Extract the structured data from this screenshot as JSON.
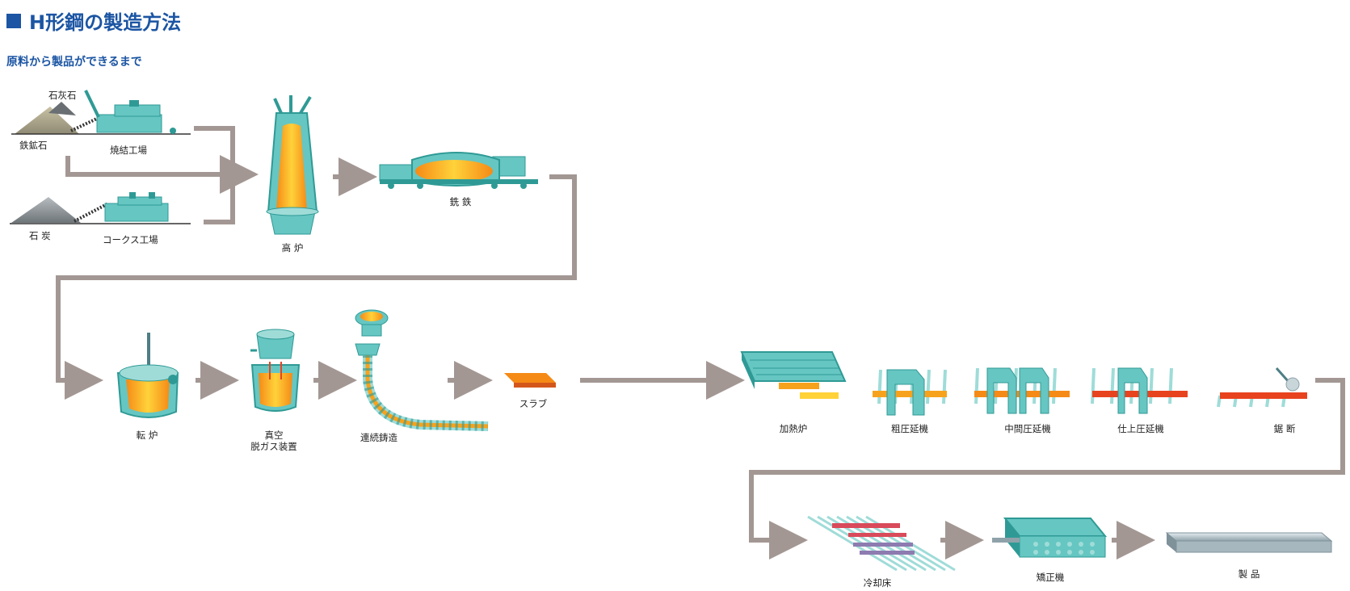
{
  "header": {
    "title": "H形鋼の製造方法",
    "subtitle": "原料から製品ができるまで"
  },
  "labels": {
    "limestone": "石灰石",
    "iron_ore": "鉄鉱石",
    "sinter_plant": "焼結工場",
    "coal": "石 炭",
    "coke_plant": "コークス工場",
    "blast_furnace": "高 炉",
    "pig_iron": "銑 鉄",
    "converter": "転 炉",
    "vacuum_degassing_1": "真空",
    "vacuum_degassing_2": "脱ガス装置",
    "continuous_casting": "連続鋳造",
    "slab": "スラブ",
    "reheating_furnace": "加熱炉",
    "roughing_mill": "粗圧延機",
    "intermediate_mill": "中間圧延機",
    "finishing_mill": "仕上圧延機",
    "cutting": "鋸 断",
    "cooling_bed": "冷却床",
    "straightener": "矯正機",
    "product": "製 品"
  },
  "colors": {
    "title_blue": "#1b55a3",
    "machine_teal": "#66c6c2",
    "machine_dark": "#2f9a95",
    "flow_arrow": "#a39794",
    "hot_orange": "#f7a21d",
    "hot_yellow": "#ffd23a",
    "hot_red": "#e8431f"
  }
}
